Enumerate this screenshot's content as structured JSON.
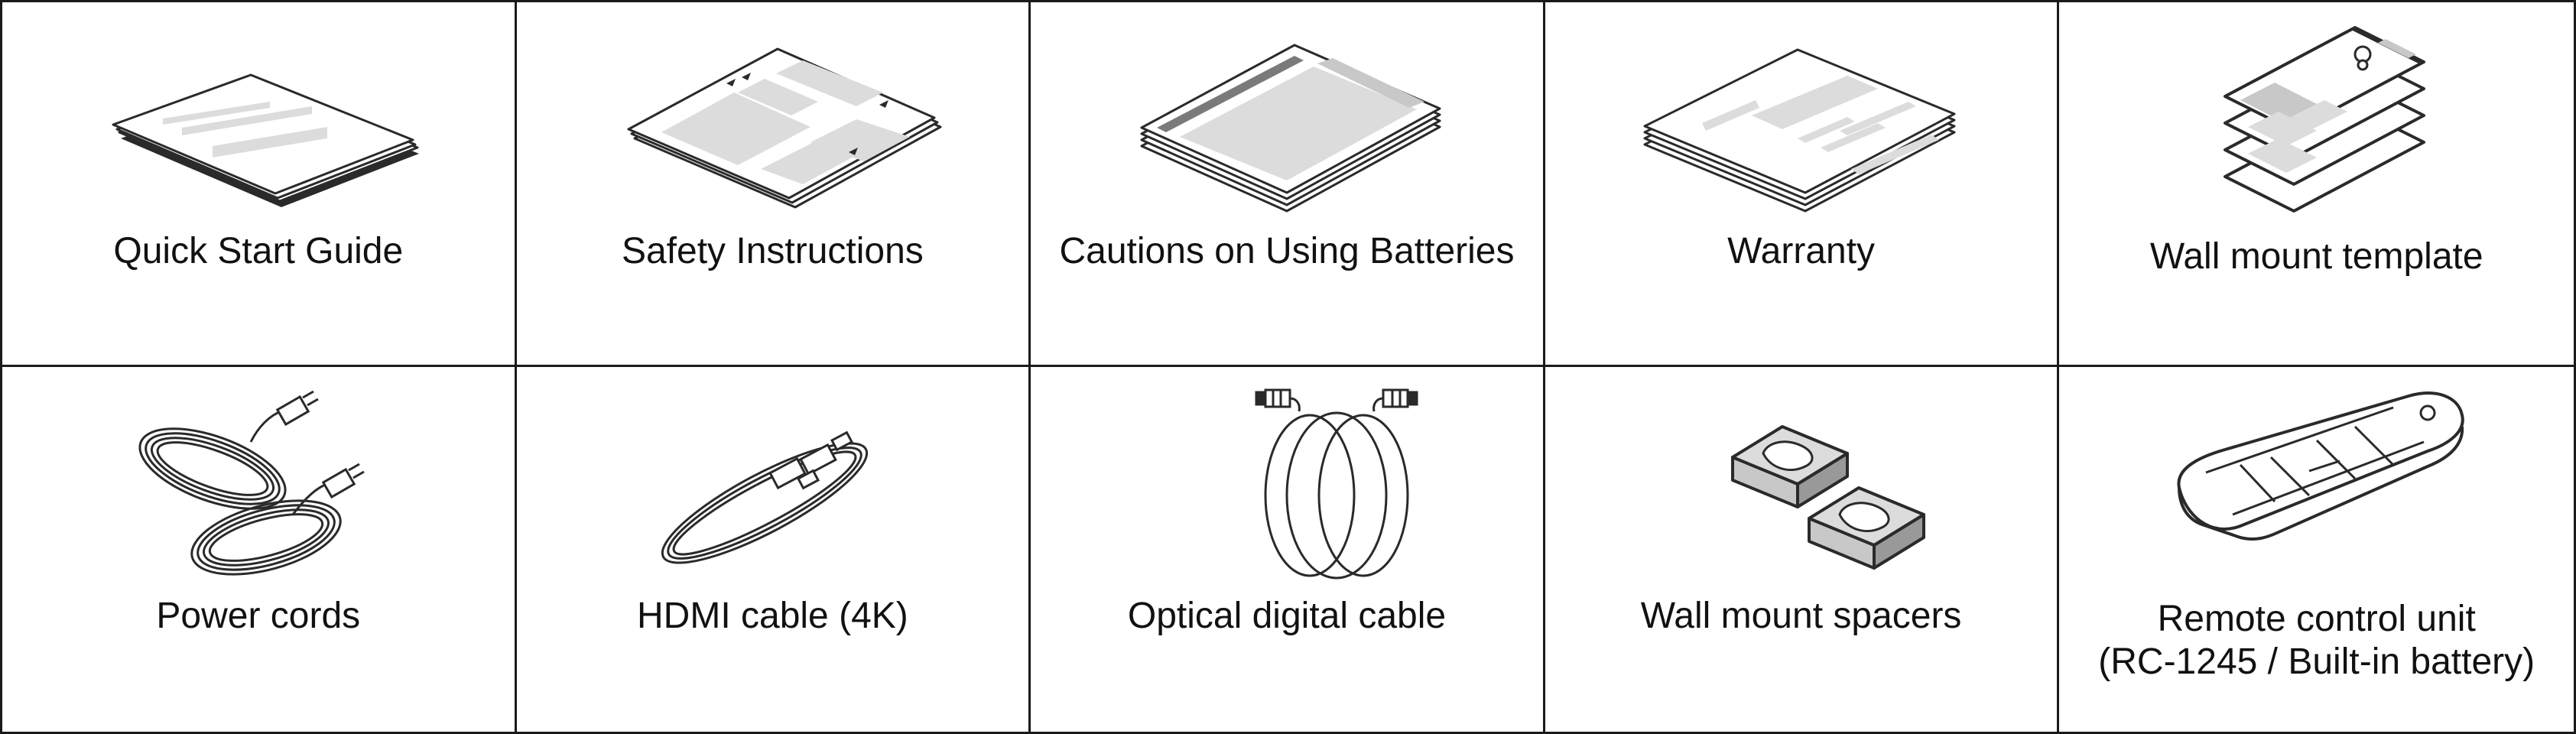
{
  "colors": {
    "border": "#1a1a1a",
    "stroke": "#2a2a2a",
    "fill_light": "#dcdcdc",
    "fill_mid": "#c8c8c8",
    "text": "#111111"
  },
  "items": [
    {
      "label": "Quick Start Guide",
      "icon": "booklet-icon"
    },
    {
      "label": "Safety Instructions",
      "icon": "leaflet-icon"
    },
    {
      "label": "Cautions on Using Batteries",
      "icon": "booklet-stack-icon"
    },
    {
      "label": "Warranty",
      "icon": "warranty-booklet-icon"
    },
    {
      "label": "Wall mount template",
      "icon": "folded-template-icon"
    },
    {
      "label": "Power cords",
      "icon": "power-cord-icon"
    },
    {
      "label": "HDMI cable (4K)",
      "icon": "hdmi-cable-icon"
    },
    {
      "label": "Optical digital cable",
      "icon": "optical-cable-icon"
    },
    {
      "label": "Wall mount spacers",
      "icon": "spacer-icon"
    },
    {
      "label_line1": "Remote control unit",
      "label_line2": "(RC-1245 / Built-in battery)",
      "icon": "remote-control-icon"
    }
  ]
}
